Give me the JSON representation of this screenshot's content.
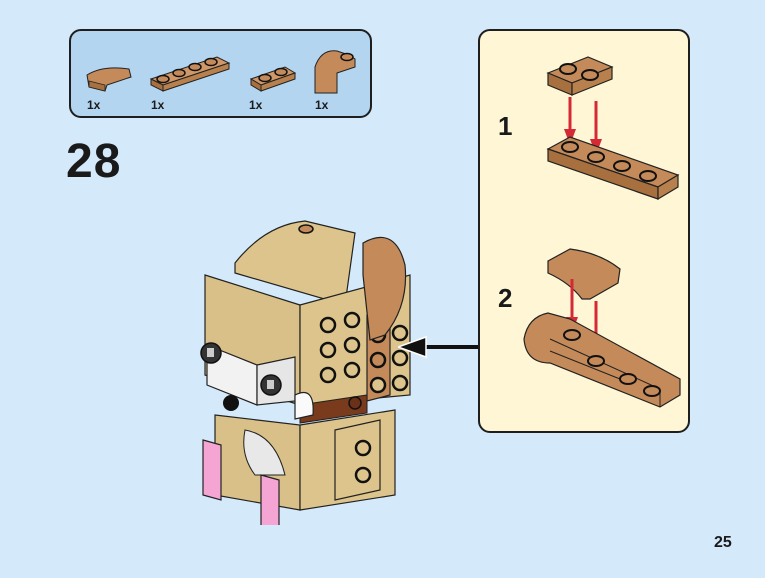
{
  "page": {
    "background": "#d4eafa",
    "page_number": "25"
  },
  "step": {
    "number": "28"
  },
  "parts_list": {
    "background": "#b3d5f0",
    "items": [
      {
        "name": "curved-slope-1x2",
        "color": "medium-nougat",
        "quantity": "1x"
      },
      {
        "name": "plate-1x4",
        "color": "medium-nougat",
        "quantity": "1x"
      },
      {
        "name": "plate-1x2",
        "color": "medium-nougat",
        "quantity": "1x"
      },
      {
        "name": "curved-brick-with-stud",
        "color": "medium-nougat",
        "quantity": "1x"
      }
    ]
  },
  "sub_assembly": {
    "background": "#fef6d4",
    "steps": [
      {
        "number": "1",
        "description": "1x2 plate attaches onto 1x4 plate"
      },
      {
        "number": "2",
        "description": "curved slope attaches onto assembly"
      }
    ]
  },
  "colors": {
    "nougat": "#c48a5a",
    "tan": "#dcc48c",
    "arrow_red": "#d52a35",
    "pink": "#f5a5d4",
    "reddish_brown": "#7a3a1c"
  }
}
